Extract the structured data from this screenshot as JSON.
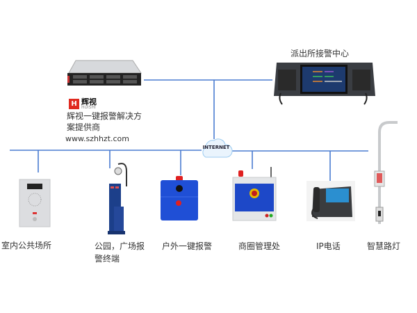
{
  "nodes": {
    "server": {
      "provider_line1": "辉视一键报警解决方",
      "provider_line2": "案提供商",
      "website": "www.szhhzt.com",
      "logo_text": "辉视",
      "logo_sub": "HUISHI"
    },
    "police_center": {
      "label": "派出所接警中心"
    },
    "internet": {
      "label": "INTERNET"
    },
    "devices": [
      {
        "label": "室内公共场所"
      },
      {
        "label_line1": "公园，广场报",
        "label_line2": "警终端"
      },
      {
        "label": "户外一键报警"
      },
      {
        "label": "商圈管理处"
      },
      {
        "label": "IP电话"
      },
      {
        "label": "智慧路灯"
      }
    ]
  },
  "colors": {
    "line": "#4a7bd0",
    "device_blue": "#1f4fd6"
  }
}
